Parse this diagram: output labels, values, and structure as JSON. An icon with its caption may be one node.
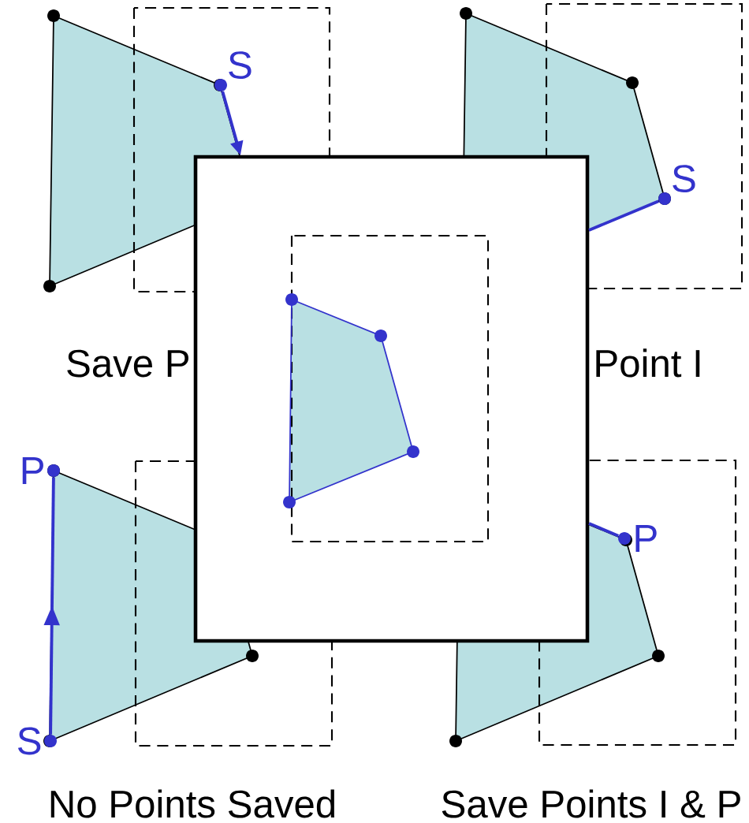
{
  "diagram": {
    "nodes": [
      {
        "text": [
          "S"
        ]
      },
      {
        "text": [
          "S"
        ]
      },
      {
        "text": [
          "P"
        ]
      },
      {
        "text": [
          "S"
        ]
      },
      {
        "text": [
          "P"
        ]
      }
    ],
    "edges": [
      {
        "from": 0,
        "to": null,
        "arrow": "to"
      },
      {
        "from": 1,
        "to": null,
        "arrow": "none"
      },
      {
        "from": 3,
        "to": 2,
        "arrow": "to"
      },
      {
        "from": 4,
        "to": null,
        "arrow": "none"
      }
    ],
    "labels": [
      "Save P",
      "Point I",
      "No Points Saved",
      "Save Points I & P"
    ]
  }
}
